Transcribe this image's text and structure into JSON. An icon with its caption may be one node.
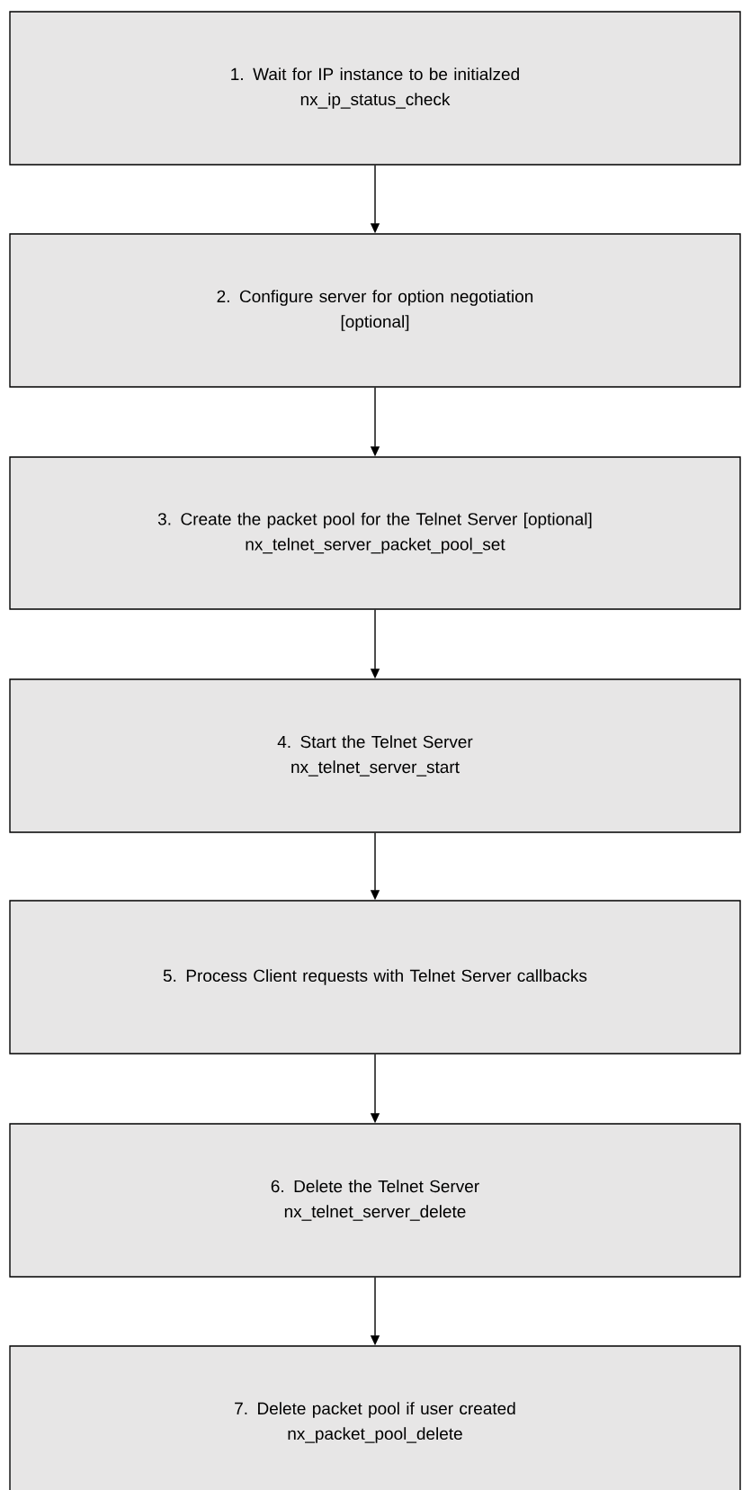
{
  "diagram": {
    "nodes": [
      {
        "text": [
          "1. Wait for IP instance to be initialzed",
          "nx_ip_status_check"
        ]
      },
      {
        "text": [
          "2. Configure server for option negotiation",
          "[optional]"
        ]
      },
      {
        "text": [
          "3. Create the packet pool for the Telnet Server [optional]",
          "nx_telnet_server_packet_pool_set"
        ]
      },
      {
        "text": [
          "4. Start the Telnet Server",
          "nx_telnet_server_start"
        ]
      },
      {
        "text": [
          "5. Process Client requests with Telnet Server callbacks"
        ]
      },
      {
        "text": [
          "6. Delete the Telnet Server",
          "nx_telnet_server_delete"
        ]
      },
      {
        "text": [
          "7. Delete packet pool if user created",
          "nx_packet_pool_delete"
        ]
      }
    ],
    "edges": [
      {
        "from": 0,
        "to": 1,
        "arrow": "to"
      },
      {
        "from": 1,
        "to": 2,
        "arrow": "to"
      },
      {
        "from": 2,
        "to": 3,
        "arrow": "to"
      },
      {
        "from": 3,
        "to": 4,
        "arrow": "to"
      },
      {
        "from": 4,
        "to": 5,
        "arrow": "to"
      },
      {
        "from": 5,
        "to": 6,
        "arrow": "to"
      }
    ]
  }
}
